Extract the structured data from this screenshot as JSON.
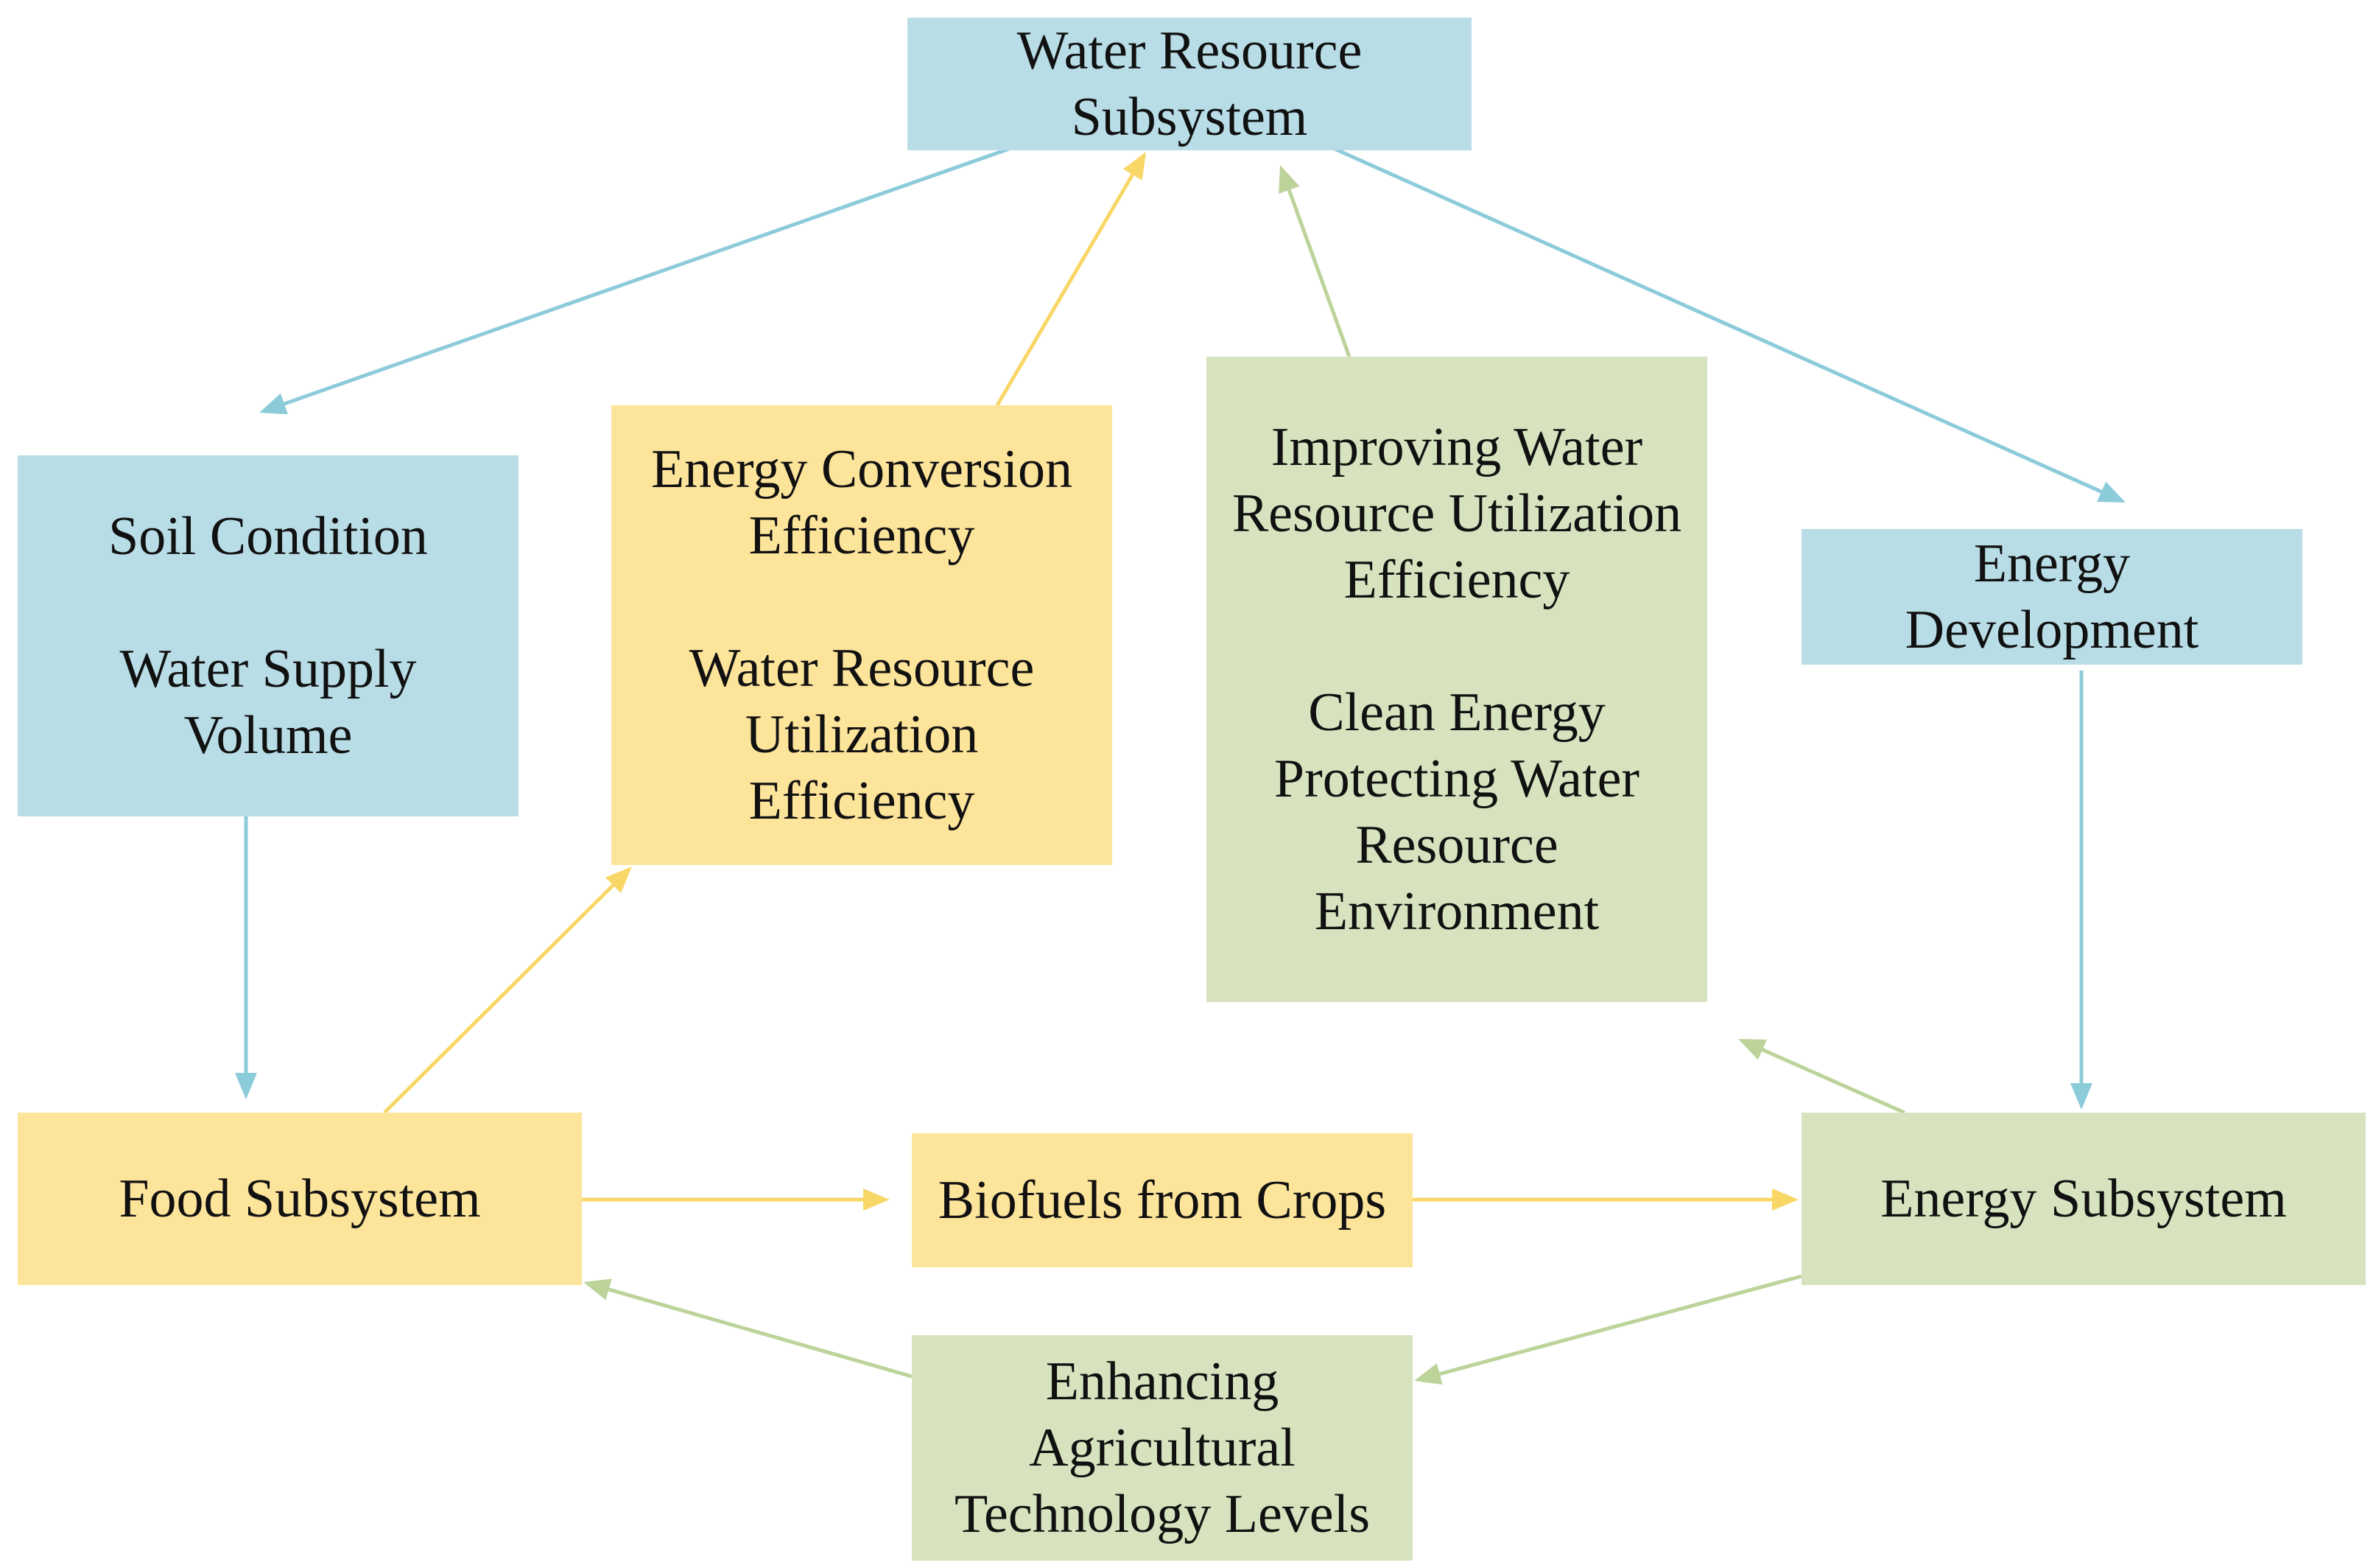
{
  "colors": {
    "blue_box": "#b8dde6",
    "yellow_box": "#fde49b",
    "green_box": "#d7e3bf",
    "blue_arrow": "#8ccbd9",
    "yellow_arrow": "#f9d766",
    "green_arrow": "#bcd39a"
  },
  "nodes": {
    "water_resource": {
      "lines": [
        "Water Resource",
        "Subsystem"
      ]
    },
    "soil_condition": {
      "line1": "Soil Condition",
      "line2": "Water Supply",
      "line3": "Volume"
    },
    "energy_conversion": {
      "line1": "Energy Conversion",
      "line2": "Efficiency",
      "line3": "Water Resource",
      "line4": "Utilization",
      "line5": "Efficiency"
    },
    "improving_water": {
      "line1": "Improving Water",
      "line2": "Resource Utilization",
      "line3": "Efficiency",
      "line4": "Clean Energy",
      "line5": "Protecting Water",
      "line6": "Resource",
      "line7": "Environment"
    },
    "energy_development": {
      "lines": [
        "Energy",
        "Development"
      ]
    },
    "food_subsystem": {
      "label": "Food Subsystem"
    },
    "biofuels": {
      "label": "Biofuels from Crops"
    },
    "energy_subsystem": {
      "label": "Energy Subsystem"
    },
    "enhancing_agri": {
      "lines": [
        "Enhancing",
        "Agricultural",
        "Technology Levels"
      ]
    }
  },
  "edges": [
    {
      "from": "water_resource",
      "to": "soil_condition",
      "color": "blue"
    },
    {
      "from": "water_resource",
      "to": "energy_development",
      "color": "blue"
    },
    {
      "from": "soil_condition",
      "to": "food_subsystem",
      "color": "blue"
    },
    {
      "from": "energy_development",
      "to": "energy_subsystem",
      "color": "blue"
    },
    {
      "from": "food_subsystem",
      "to": "energy_conversion",
      "color": "yellow"
    },
    {
      "from": "energy_conversion",
      "to": "water_resource",
      "color": "yellow"
    },
    {
      "from": "food_subsystem",
      "to": "biofuels",
      "color": "yellow"
    },
    {
      "from": "biofuels",
      "to": "energy_subsystem",
      "color": "yellow"
    },
    {
      "from": "improving_water",
      "to": "water_resource",
      "color": "green"
    },
    {
      "from": "energy_subsystem",
      "to": "improving_water",
      "color": "green"
    },
    {
      "from": "energy_subsystem",
      "to": "enhancing_agri",
      "color": "green"
    },
    {
      "from": "enhancing_agri",
      "to": "food_subsystem",
      "color": "green"
    }
  ]
}
